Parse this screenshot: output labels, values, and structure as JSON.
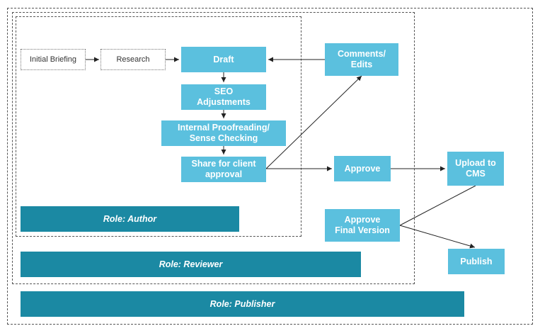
{
  "steps": {
    "initial_briefing": "Initial Briefing",
    "research": "Research",
    "draft": "Draft",
    "seo": "SEO\nAdjustments",
    "proofreading": "Internal Proofreading/\nSense Checking",
    "share": "Share for client\napproval",
    "comments": "Comments/\nEdits",
    "approve": "Approve",
    "upload": "Upload to\nCMS",
    "approve_final": "Approve\nFinal Version",
    "publish": "Publish"
  },
  "roles": {
    "author": "Role: Author",
    "reviewer": "Role: Reviewer",
    "publisher": "Role: Publisher"
  },
  "colors": {
    "step_fill": "#5bc0de",
    "role_fill": "#1b89a3",
    "arrow": "#222222"
  }
}
